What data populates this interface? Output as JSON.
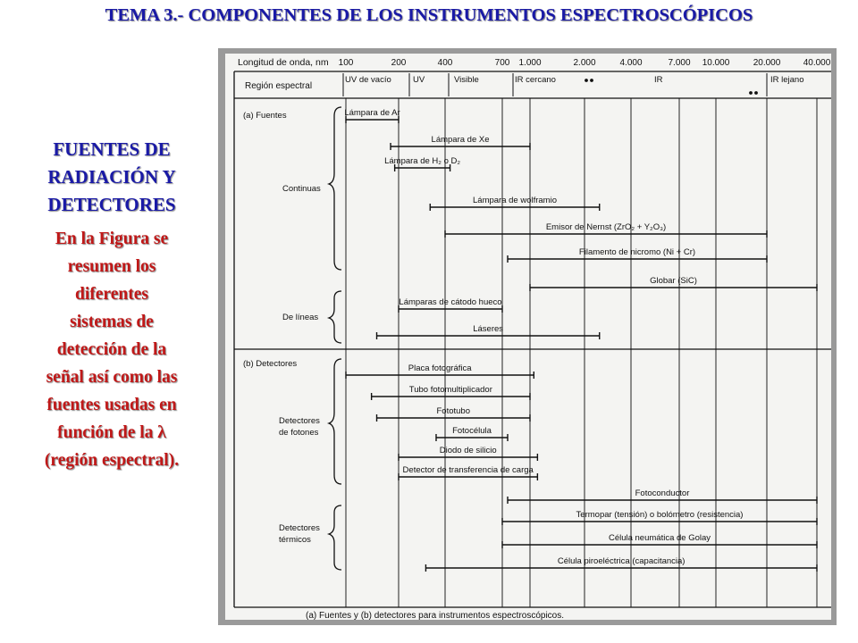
{
  "header": {
    "title": "TEMA 3.- COMPONENTES DE LOS INSTRUMENTOS ESPECTROSCÓPICOS"
  },
  "sidebar": {
    "heading_lines": [
      "FUENTES DE",
      "RADIACIÓN Y",
      "DETECTORES"
    ],
    "body_lines": [
      "En la Figura se",
      "resumen los",
      "diferentes",
      "sistemas de",
      "detección  de la",
      "señal así como las",
      "fuentes usadas en",
      "función de la λ",
      "(región espectral)."
    ]
  },
  "figure": {
    "wavelength_label": "Longitud de onda, nm",
    "wavelength_ticks": [
      "100",
      "200",
      "400",
      "700",
      "1.000",
      "2.000",
      "4.000",
      "7.000",
      "10.000",
      "20.000",
      "40.000"
    ],
    "region_label": "Región espectral",
    "regions": [
      "UV de vacío",
      "UV",
      "Visible",
      "IR cercano",
      "IR",
      "IR lejano"
    ],
    "section_a_label": "(a) Fuentes",
    "section_b_label": "(b) Detectores",
    "group_labels": {
      "continuas": "Continuas",
      "lineas": "De líneas",
      "fotones": [
        "Detectores",
        "de fotones"
      ],
      "termicos": [
        "Detectores",
        "térmicos"
      ]
    },
    "items": [
      {
        "label": "Lámpara de Ar",
        "start": 100,
        "end": 200
      },
      {
        "label": "Lámpara de Xe",
        "start": 180,
        "end": 1000
      },
      {
        "label": "Lámpara de H₂ o D₂",
        "start": 190,
        "end": 420
      },
      {
        "label": "Lámpara de wolframio",
        "start": 320,
        "end": 2500
      },
      {
        "label": "Emisor de Nernst (ZrO₂ + Y₂O₃)",
        "start": 400,
        "end": 20000
      },
      {
        "label": "Filamento de nicromo (Ni + Cr)",
        "start": 750,
        "end": 20000
      },
      {
        "label": "Globar (SiC)",
        "start": 1000,
        "end": 40000
      },
      {
        "label": "Lámparas de cátodo hueco",
        "start": 200,
        "end": 700
      },
      {
        "label": "Láseres",
        "start": 150,
        "end": 2500
      },
      {
        "label": "Placa fotográfica",
        "start": 100,
        "end": 1050
      },
      {
        "label": "Tubo fotomultiplicador",
        "start": 140,
        "end": 1000
      },
      {
        "label": "Fototubo",
        "start": 150,
        "end": 1000
      },
      {
        "label": "Fotocélula",
        "start": 350,
        "end": 750
      },
      {
        "label": "Diodo de silicio",
        "start": 200,
        "end": 1100
      },
      {
        "label": "Detector de transferencia de carga",
        "start": 200,
        "end": 1100
      },
      {
        "label": "Fotoconductor",
        "start": 750,
        "end": 40000
      },
      {
        "label": "Termopar (tensión) o bolómetro (resistencia)",
        "start": 700,
        "end": 40000
      },
      {
        "label": "Célula neumática de Golay",
        "start": 700,
        "end": 40000
      },
      {
        "label": "Célula piroeléctrica (capacitancia)",
        "start": 300,
        "end": 40000
      }
    ],
    "caption": "(a) Fuentes y (b) detectores para instrumentos espectroscópicos."
  }
}
